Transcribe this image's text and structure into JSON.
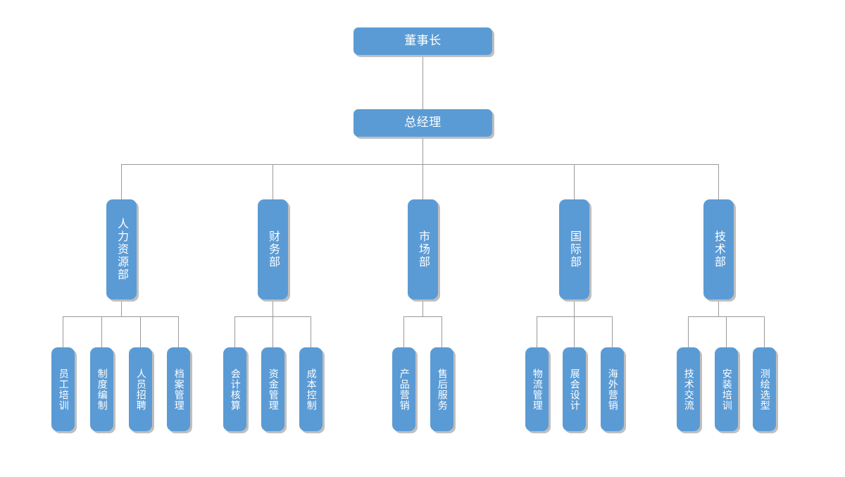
{
  "diagram": {
    "type": "organization-chart",
    "orientation": "top-down",
    "colors": {
      "node_fill": "#5b9bd5",
      "node_shadow": "#bfbfbf",
      "connector": "#9a9a9a",
      "text": "#ffffff",
      "background": "#ffffff"
    }
  },
  "nodes": {
    "chairman": {
      "label": "董事长"
    },
    "general_manager": {
      "label": "总经理"
    },
    "departments": [
      {
        "label": "人力资源部"
      },
      {
        "label": "财务部"
      },
      {
        "label": "市场部"
      },
      {
        "label": "国际部"
      },
      {
        "label": "技术部"
      }
    ],
    "units": {
      "hr": [
        {
          "label": "员工培训"
        },
        {
          "label": "制度编制"
        },
        {
          "label": "人员招聘"
        },
        {
          "label": "档案管理"
        }
      ],
      "finance": [
        {
          "label": "会计核算"
        },
        {
          "label": "资金管理"
        },
        {
          "label": "成本控制"
        }
      ],
      "marketing": [
        {
          "label": "产品营销"
        },
        {
          "label": "售后服务"
        }
      ],
      "international": [
        {
          "label": "物流管理"
        },
        {
          "label": "展会设计"
        },
        {
          "label": "海外营销"
        }
      ],
      "technology": [
        {
          "label": "技术交流"
        },
        {
          "label": "安装培训"
        },
        {
          "label": "测绘选型"
        }
      ]
    }
  }
}
